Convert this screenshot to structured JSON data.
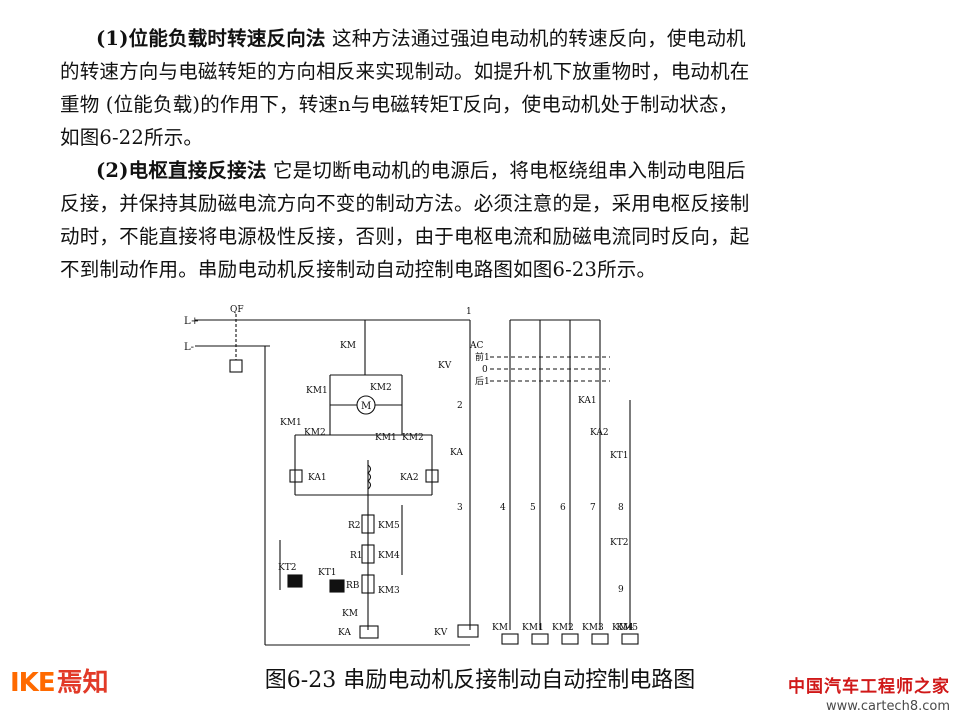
{
  "paragraph1": {
    "heading": "(1)位能负载时转速反向法",
    "line1_rest": "  这种方法通过强迫电动机的转速反向，使电动机",
    "line2": "的转速方向与电磁转矩的方向相反来实现制动。如提升机下放重物时，电动机在",
    "line3": "重物 (位能负载)的作用下，转速n与电磁转矩T反向，使电动机处于制动状态，",
    "line4": "如图6-22所示。"
  },
  "paragraph2": {
    "heading": "(2)电枢直接反接法",
    "line1_rest": "  它是切断电动机的电源后，将电枢绕组串入制动电阻后",
    "line2": "反接，并保持其励磁电流方向不变的制动方法。必须注意的是，采用电枢反接制",
    "line3": "动时，不能直接将电源极性反接，否则，由于电枢电流和励磁电流同时反向，起",
    "line4": "不到制动作用。串励电动机反接制动自动控制电路图如图6-23所示。"
  },
  "diagram": {
    "labels": {
      "l_plus": "L+",
      "l_minus": "L-",
      "qf": "QF",
      "km_top": "KM",
      "km1_a": "KM1",
      "km2_a": "KM2",
      "motor": "M",
      "km1_b": "KM1",
      "km2_b": "KM2",
      "km1_c": "KM1",
      "km2_c": "KM2",
      "ka1": "KA1",
      "ka2": "KA2",
      "r2": "R2",
      "km5": "KM5",
      "r1": "R1",
      "km4": "KM4",
      "kt2": "KT2",
      "kt1": "KT1",
      "rb": "RB",
      "km3": "KM3",
      "km_bottom": "KM",
      "ka_bottom": "KA",
      "kv": "KV",
      "ka_mid": "KA",
      "ac": "AC",
      "front": "前1",
      "zero": "0",
      "back": "后1",
      "ka1_r": "KA1",
      "ka2_r": "KA2",
      "kt1_r": "KT1",
      "kt2_r": "KT2",
      "kv_coil": "KV"
    },
    "wire_numbers": [
      "1",
      "2",
      "3",
      "4",
      "5",
      "6",
      "7",
      "8",
      "9"
    ],
    "coils": [
      "KM",
      "KM1",
      "KM2",
      "KM3",
      "KM4",
      "KM5"
    ]
  },
  "caption": "图6-23 串励电动机反接制动自动控制电路图",
  "logo_left": {
    "ike": "IKE",
    "zh": "焉知"
  },
  "logo_right": {
    "cn": "中国汽车工程师之家",
    "url": "www.cartech8.com"
  }
}
